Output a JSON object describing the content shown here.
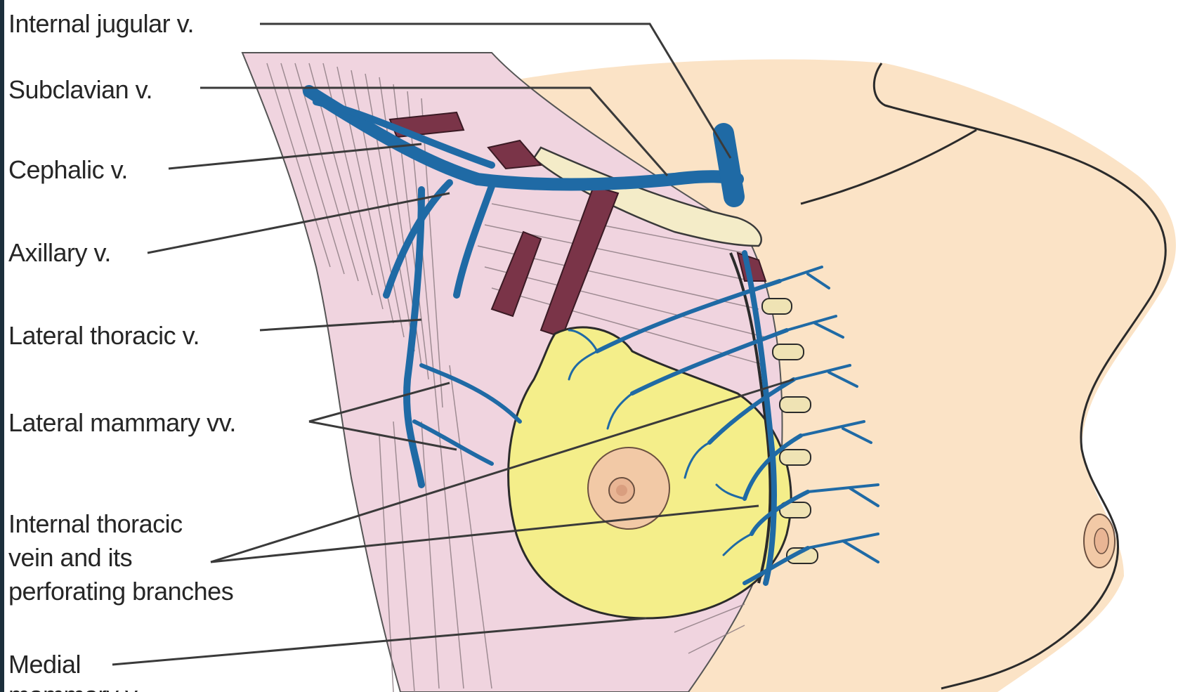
{
  "labels": {
    "internal_jugular": "Internal jugular v.",
    "subclavian": "Subclavian v.",
    "cephalic": "Cephalic v.",
    "axillary": "Axillary v.",
    "lateral_thoracic": "Lateral thoracic v.",
    "lateral_mammary": "Lateral mammary vv.",
    "internal_thoracic_1": "Internal thoracic",
    "internal_thoracic_2": "vein and its",
    "internal_thoracic_3": "perforating branches",
    "medial_mammary": "Medial",
    "medial_mammary_cut": "mammary v."
  },
  "colors": {
    "skin": "#fbe3c6",
    "skin_outline": "#2b2b2b",
    "fascia": "#f0d4df",
    "muscle_line": "#8a7a80",
    "vein": "#1f6aa5",
    "gland": "#f4ee8a",
    "nipple": "#f2c9a6",
    "bone": "#f4ecc8",
    "rib_cartilage": "#efe3b4",
    "cut_muscle": "#7a3448",
    "leader": "#3a3a3a"
  }
}
